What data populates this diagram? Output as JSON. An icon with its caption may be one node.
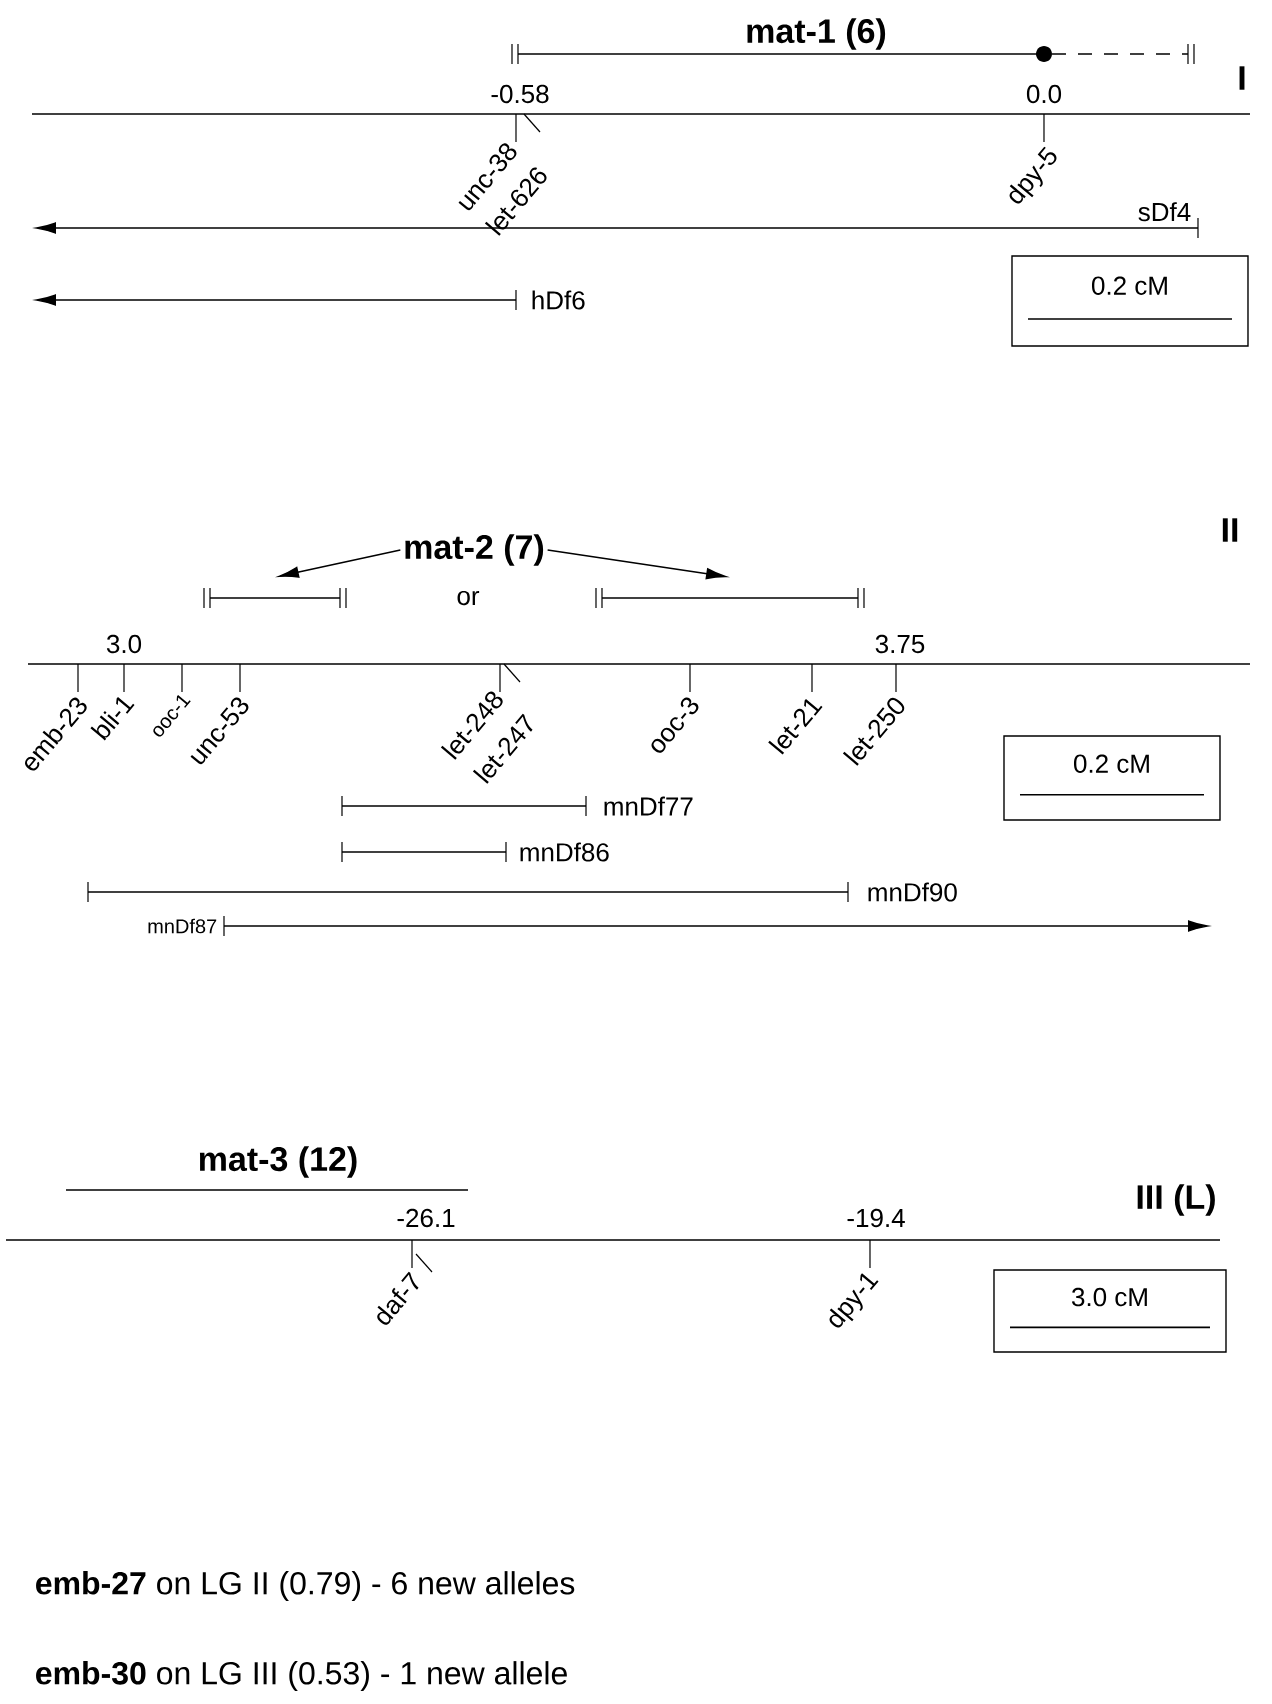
{
  "diagram": {
    "nodes": [
      {
        "text": [
          "mat-2 (7)"
        ]
      },
      {
        "text": [],
        "shape": "bar"
      },
      {
        "text": [],
        "shape": "bar"
      }
    ],
    "edges": [
      {
        "from": 0,
        "to": 1,
        "arrow": "to"
      },
      {
        "from": 0,
        "to": 2,
        "arrow": "to"
      }
    ],
    "labels": [
      "mat-1 (6)",
      "I",
      "-0.58",
      "0.0",
      "unc-38",
      "let-626",
      "dpy-5",
      "sDf4",
      "hDf6",
      "0.2 cM",
      "or",
      "II",
      "3.0",
      "3.75",
      "emb-23",
      "bli-1",
      "ooc-1",
      "unc-53",
      "let-248",
      "let-247",
      "ooc-3",
      "let-21",
      "let-250",
      "0.2 cM",
      "mnDf77",
      "mnDf86",
      "mnDf90",
      "mnDf87",
      "mat-3 (12)",
      "III (L)",
      "-26.1",
      "-19.4",
      "daf-7",
      "dpy-1",
      "3.0 cM",
      "**emb-27** on LG II (0.79) - 6 new alleles",
      "**emb-30** on LG III (0.53) - 1 new allele"
    ]
  }
}
